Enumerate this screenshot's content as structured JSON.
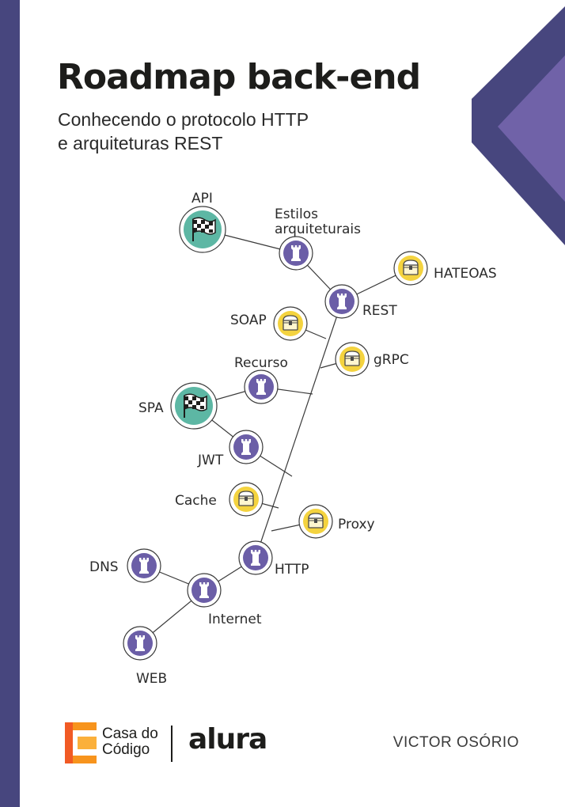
{
  "cover": {
    "title": "Roadmap back-end",
    "subtitle_line1": "Conhecendo o protocolo HTTP",
    "subtitle_line2": "e arquiteturas REST",
    "author": "VICTOR OSÓRIO",
    "colors": {
      "spine": "#47467e",
      "accent_light": "#7062a8",
      "milestone": "#5db7a4",
      "topic": "#6b5ea7",
      "optional": "#f4d33f"
    }
  },
  "roadmap": {
    "nodes": [
      {
        "id": "web",
        "label": "WEB",
        "kind": "topic",
        "icon": "tower-icon"
      },
      {
        "id": "internet",
        "label": "Internet",
        "kind": "topic",
        "icon": "tower-icon"
      },
      {
        "id": "dns",
        "label": "DNS",
        "kind": "topic",
        "icon": "tower-icon"
      },
      {
        "id": "http",
        "label": "HTTP",
        "kind": "topic",
        "icon": "tower-icon"
      },
      {
        "id": "proxy",
        "label": "Proxy",
        "kind": "optional",
        "icon": "treasure-chest-icon"
      },
      {
        "id": "cache",
        "label": "Cache",
        "kind": "optional",
        "icon": "treasure-chest-icon"
      },
      {
        "id": "jwt",
        "label": "JWT",
        "kind": "topic",
        "icon": "tower-icon"
      },
      {
        "id": "spa",
        "label": "SPA",
        "kind": "milestone",
        "icon": "checkered-flag-icon"
      },
      {
        "id": "recurso",
        "label": "Recurso",
        "kind": "topic",
        "icon": "tower-icon"
      },
      {
        "id": "grpc",
        "label": "gRPC",
        "kind": "optional",
        "icon": "treasure-chest-icon"
      },
      {
        "id": "soap",
        "label": "SOAP",
        "kind": "optional",
        "icon": "treasure-chest-icon"
      },
      {
        "id": "rest",
        "label": "REST",
        "kind": "topic",
        "icon": "tower-icon"
      },
      {
        "id": "hateoas",
        "label": "HATEOAS",
        "kind": "optional",
        "icon": "treasure-chest-icon"
      },
      {
        "id": "estilos",
        "label": "Estilos arquiteturais",
        "kind": "topic",
        "icon": "tower-icon"
      },
      {
        "id": "api",
        "label": "API",
        "kind": "milestone",
        "icon": "checkered-flag-icon"
      }
    ],
    "edges": [
      [
        "web",
        "internet"
      ],
      [
        "dns",
        "internet"
      ],
      [
        "internet",
        "http"
      ],
      [
        "http",
        "rest"
      ],
      [
        "proxy",
        "trunk"
      ],
      [
        "cache",
        "trunk"
      ],
      [
        "jwt",
        "trunk"
      ],
      [
        "spa",
        "jwt"
      ],
      [
        "spa",
        "recurso"
      ],
      [
        "recurso",
        "trunk"
      ],
      [
        "grpc",
        "trunk"
      ],
      [
        "soap",
        "trunk"
      ],
      [
        "rest",
        "hateoas"
      ],
      [
        "rest",
        "estilos"
      ],
      [
        "estilos",
        "api"
      ]
    ]
  },
  "footer": {
    "publisher_line1": "Casa do",
    "publisher_line2": "Código",
    "partner": "alura",
    "publisher_icon": "casa-do-codigo-logo-icon"
  }
}
